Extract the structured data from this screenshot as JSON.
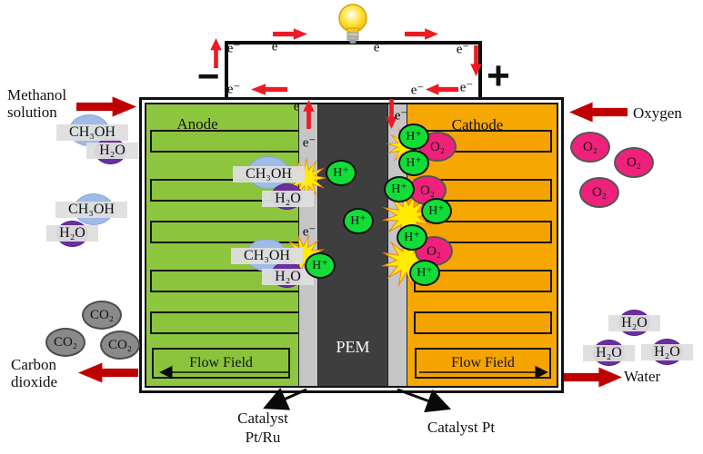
{
  "labels": {
    "e_minus": "e⁻",
    "h_plus": "H⁺",
    "ch3oh": "CH₃OH",
    "h2o": "H₂O",
    "o2": "O₂",
    "co2": "CO₂",
    "minus": "−",
    "plus": "+"
  },
  "cell": {
    "anode": "Anode",
    "cathode": "Cathode",
    "pem": "PEM",
    "flow_field_left": "Flow Field",
    "flow_field_right": "Flow Field",
    "catalyst_left_line1": "Catalyst",
    "catalyst_left_line2": "Pt/Ru",
    "catalyst_right": "Catalyst Pt"
  },
  "annotations": {
    "methanol_line1": "Methanol",
    "methanol_line2": "solution",
    "oxygen": "Oxygen",
    "carbon_line1": "Carbon",
    "carbon_line2": "dioxide",
    "water": "Water"
  },
  "colors": {
    "anode_green": "#8dc63f",
    "cathode_orange": "#f7a701",
    "pem_gray": "#3e3e3e",
    "catalyst_gray": "#c6c6c6",
    "circuit_red": "#ee1b24",
    "dark_red": "#bf0000",
    "proton_green": "#12dd38",
    "oxygen_pink": "#f0217a",
    "co2_gray": "#8a8a8a",
    "methanol_blue": "#9fbbe8",
    "water_purple": "#6b2fa0",
    "starburst_yellow": "#ffec00"
  }
}
